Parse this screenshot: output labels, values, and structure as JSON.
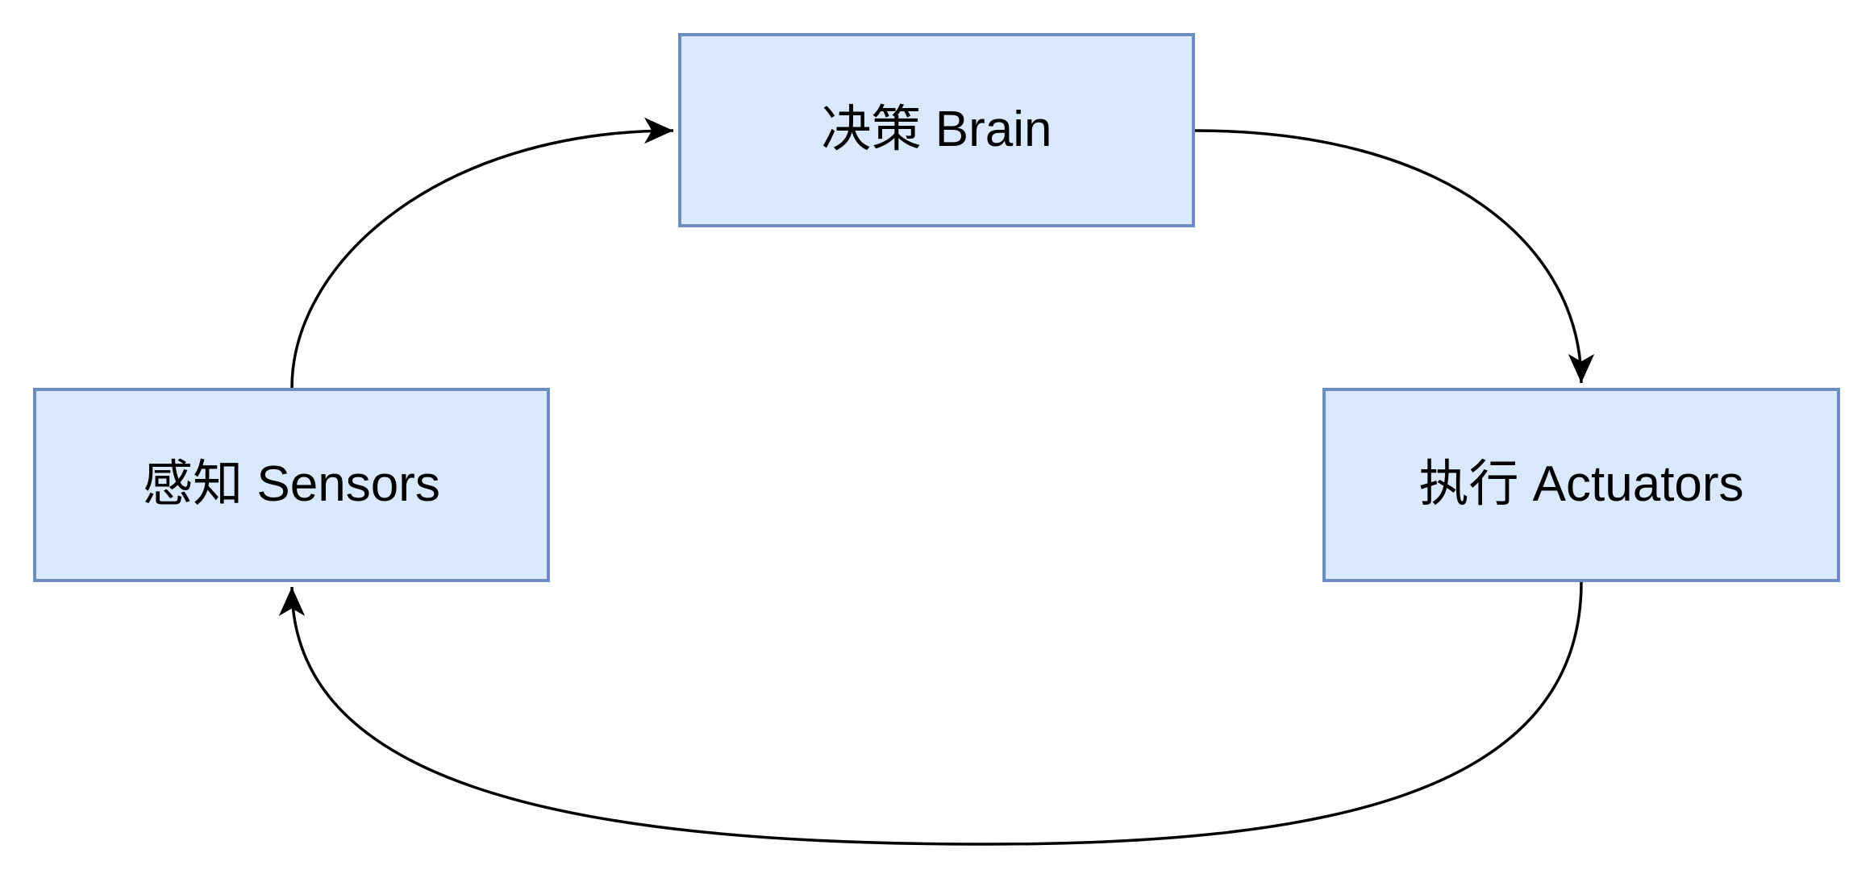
{
  "diagram": {
    "type": "cycle-flowchart",
    "background_color": "#ffffff",
    "node_fill_color": "#dae8fc",
    "node_border_color": "#6c8ebf",
    "text_color": "#000000",
    "arrow_color": "#000000",
    "nodes": [
      {
        "id": "brain",
        "label": "决策 Brain",
        "position": "top-center"
      },
      {
        "id": "sensors",
        "label": "感知 Sensors",
        "position": "middle-left"
      },
      {
        "id": "actuators",
        "label": "执行 Actuators",
        "position": "middle-right"
      }
    ],
    "edges": [
      {
        "from": "sensors",
        "to": "brain",
        "description": "curved arrow from top of Sensors to left side of Brain"
      },
      {
        "from": "brain",
        "to": "actuators",
        "description": "curved arrow from right side of Brain to top of Actuators"
      },
      {
        "from": "actuators",
        "to": "sensors",
        "description": "curved arrow from bottom of Actuators to bottom of Sensors"
      }
    ]
  }
}
